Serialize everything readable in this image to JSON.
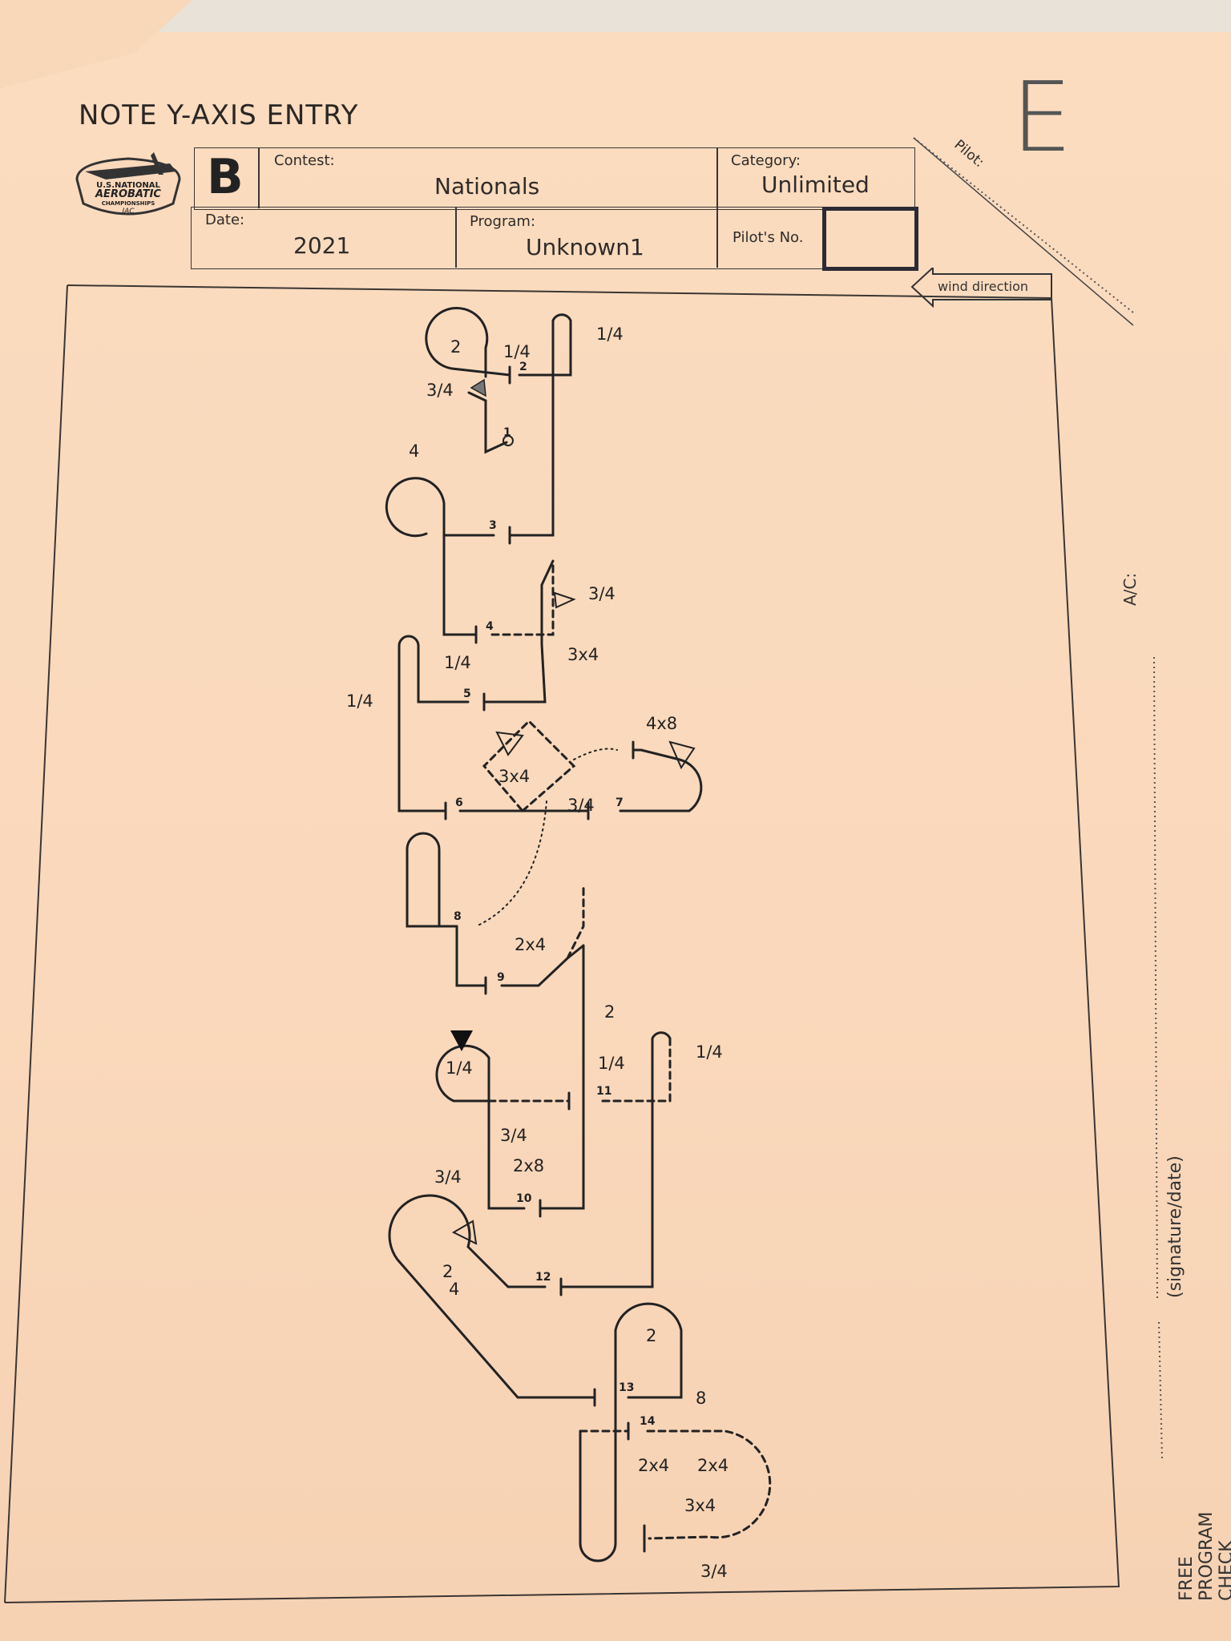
{
  "header": {
    "title": "NOTE Y-AXIS ENTRY",
    "sheet_letter": "E",
    "logo_text": [
      "U.S.NATIONAL",
      "AEROBATIC",
      "CHAMPIONSHIPS",
      "IAC"
    ],
    "sequence_letter": "B",
    "contest_label": "Contest:",
    "contest_value": "Nationals",
    "category_label": "Category:",
    "category_value": "Unlimited",
    "date_label": "Date:",
    "date_value": "2021",
    "program_label": "Program:",
    "program_value": "Unknown1",
    "pilot_no_label": "Pilot's No.",
    "pilot_label": "Pilot:",
    "wind_label": "wind direction"
  },
  "sidebar": {
    "ac_label": "A/C:",
    "signature_label": "(signature/date)",
    "check_label": "FREE PROGRAM CHECK BY:"
  },
  "figures": {
    "numbers": [
      "1",
      "2",
      "3",
      "4",
      "5",
      "6",
      "7",
      "8",
      "9",
      "10",
      "11",
      "12",
      "13",
      "14"
    ],
    "roll_labels": [
      "2",
      "1/4",
      "1/4",
      "3/4",
      "4",
      "3/4",
      "3x4",
      "1/4",
      "1/4",
      "4x8",
      "3x4",
      "3/4",
      "2x4",
      "2",
      "1/4",
      "1/4",
      "1/4",
      "3/4",
      "3/4",
      "2x8",
      "2",
      "4",
      "2",
      "8",
      "2x4",
      "2x4",
      "3x4",
      "3/4"
    ]
  },
  "colors": {
    "paper": "#fad8bb",
    "ink": "#222222"
  }
}
